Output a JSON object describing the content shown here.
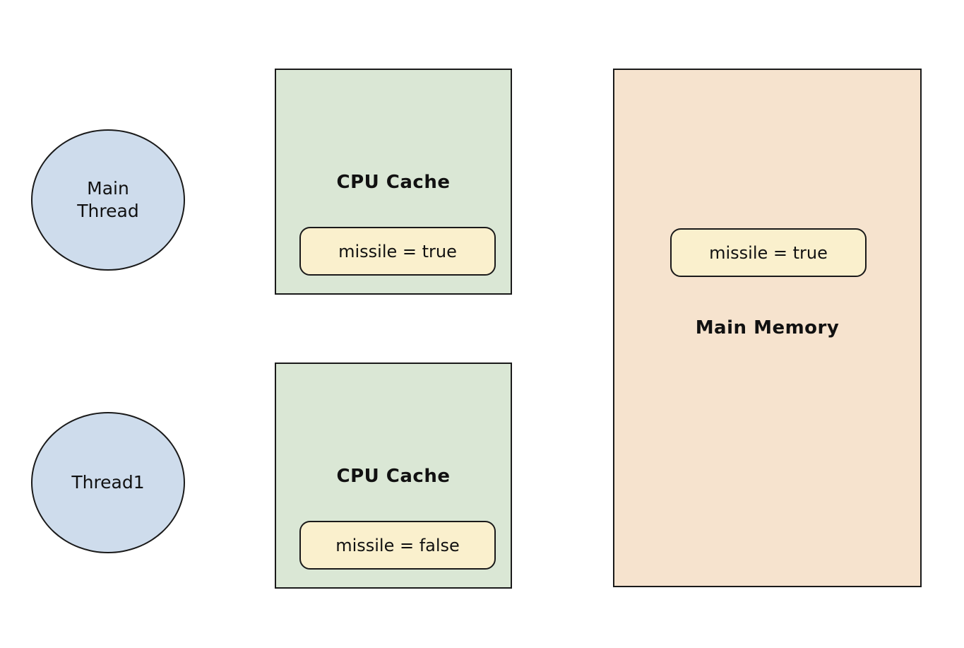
{
  "diagram": {
    "threads": [
      {
        "label": "Main Thread"
      },
      {
        "label": "Thread1"
      }
    ],
    "caches": [
      {
        "title": "CPU Cache",
        "value": "missile = true"
      },
      {
        "title": "CPU Cache",
        "value": "missile = false"
      }
    ],
    "memory": {
      "title": "Main Memory",
      "value": "missile = true"
    },
    "colors": {
      "thread_fill": "#cedcec",
      "cache_fill": "#dae7d5",
      "memory_fill": "#f6e3ce",
      "value_fill": "#faf0cd",
      "border": "#1a1a1a",
      "background": "#ffffff"
    }
  }
}
